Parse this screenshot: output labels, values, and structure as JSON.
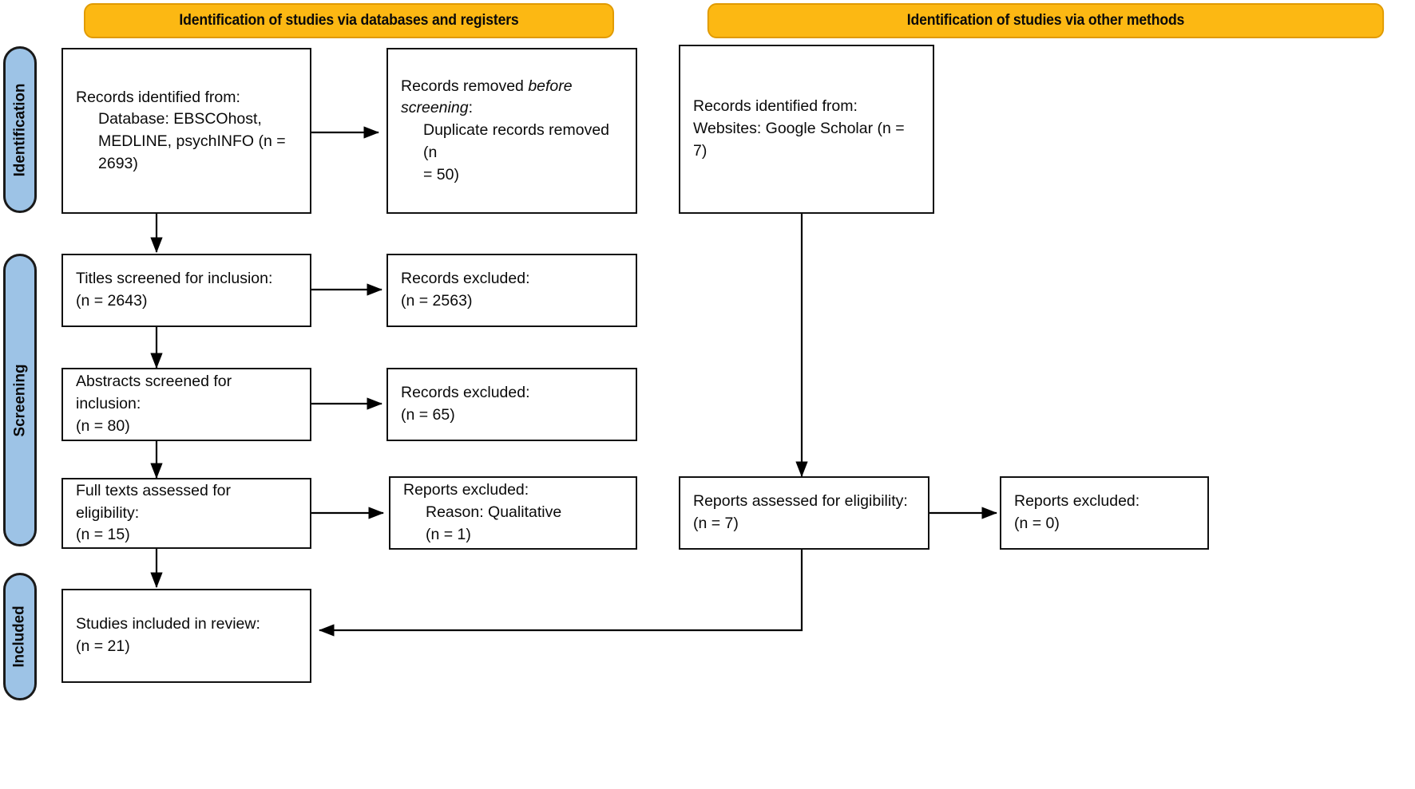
{
  "diagram": {
    "type": "PRISMA 2020 flow diagram",
    "colors": {
      "banner_fill": "#FCB813",
      "banner_border": "#E09A00",
      "stage_label_fill": "#9DC3E6",
      "stage_label_border": "#1A1A1A",
      "box_border": "#111111",
      "box_fill": "#FFFFFF",
      "connector": "#000000",
      "text": "#0A0A0A"
    }
  },
  "banners": {
    "databases": "Identification of studies via databases and registers",
    "other_methods": "Identification of studies via other methods"
  },
  "stage_labels": {
    "identification": "Identification",
    "screening": "Screening",
    "included": "Included"
  },
  "boxes": {
    "records_identified_db": {
      "lines": [
        {
          "text": "Records identified from:",
          "indent": false
        },
        {
          "text": "Database: EBSCOhost,",
          "indent": true
        },
        {
          "text": "MEDLINE, psychINFO (n =",
          "indent": true
        },
        {
          "text": "2693)",
          "indent": true
        }
      ]
    },
    "records_removed": {
      "lines": [
        {
          "text": "Records removed ",
          "indent": false,
          "italic_tail": "before"
        },
        {
          "text": "screening",
          "indent": false,
          "italic_lead": true,
          "tail": ":"
        },
        {
          "text": "Duplicate records removed (n",
          "indent": true
        },
        {
          "text": "= 50)",
          "indent": true
        }
      ]
    },
    "records_identified_other": {
      "lines": [
        {
          "text": "Records identified from:",
          "indent": false
        },
        {
          "text": "Websites: Google Scholar (n = 7)",
          "indent": false
        }
      ]
    },
    "titles_screened": {
      "lines": [
        {
          "text": "Titles screened for inclusion:",
          "indent": false
        },
        {
          "text": "(n = 2643)",
          "indent": false
        }
      ]
    },
    "records_excluded_titles": {
      "lines": [
        {
          "text": "Records excluded:",
          "indent": false
        },
        {
          "text": "(n = 2563)",
          "indent": false
        }
      ]
    },
    "abstracts_screened": {
      "lines": [
        {
          "text": "Abstracts screened for inclusion:",
          "indent": false
        },
        {
          "text": "(n = 80)",
          "indent": false
        }
      ]
    },
    "records_excluded_abstracts": {
      "lines": [
        {
          "text": "Records excluded:",
          "indent": false
        },
        {
          "text": "(n = 65)",
          "indent": false
        }
      ]
    },
    "full_texts_assessed": {
      "lines": [
        {
          "text": "Full texts assessed for eligibility:",
          "indent": false
        },
        {
          "text": "(n = 15)",
          "indent": false
        }
      ]
    },
    "reports_excluded_fulltext": {
      "lines": [
        {
          "text": "Reports excluded:",
          "indent": false
        },
        {
          "text": "Reason: Qualitative",
          "indent": true
        },
        {
          "text": "(n = 1)",
          "indent": true
        }
      ]
    },
    "reports_assessed_other": {
      "lines": [
        {
          "text": "Reports assessed for eligibility:",
          "indent": false
        },
        {
          "text": "(n = 7)",
          "indent": false
        }
      ]
    },
    "reports_excluded_other": {
      "lines": [
        {
          "text": "Reports excluded:",
          "indent": false
        },
        {
          "text": "(n = 0)",
          "indent": false
        }
      ]
    },
    "studies_included": {
      "lines": [
        {
          "text": "Studies included in review:",
          "indent": false
        },
        {
          "text": "(n = 21)",
          "indent": false
        }
      ]
    }
  },
  "counts": {
    "records_identified_databases": 2693,
    "duplicate_records_removed": 50,
    "records_identified_websites": 7,
    "titles_screened": 2643,
    "titles_excluded": 2563,
    "abstracts_screened": 80,
    "abstracts_excluded": 65,
    "full_texts_assessed": 15,
    "full_texts_excluded": 1,
    "reports_assessed_other": 7,
    "reports_excluded_other": 0,
    "studies_included": 21
  }
}
